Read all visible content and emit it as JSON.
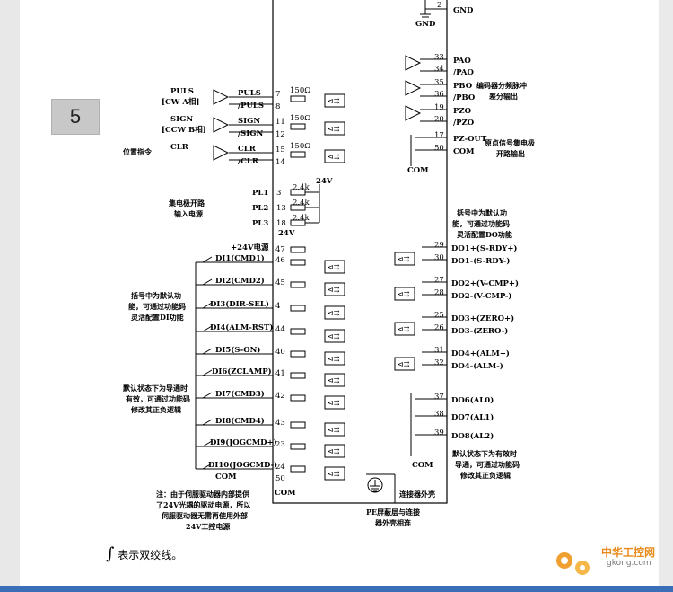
{
  "section_number": "5",
  "note": "表示双绞线。",
  "logo": {
    "name": "中华工控网",
    "url": "gkong.com"
  },
  "left": {
    "position_command": "位置指令",
    "signals": [
      {
        "label": "PULS",
        "sub": "[CW A相]",
        "p1": "PULS",
        "p2": "/PULS",
        "n1": "7",
        "n2": "8",
        "r": "150Ω"
      },
      {
        "label": "SIGN",
        "sub": "[CCW B相]",
        "p1": "SIGN",
        "p2": "/SIGN",
        "n1": "11",
        "n2": "12",
        "r": "150Ω"
      },
      {
        "label": "CLR",
        "sub": "",
        "p1": "CLR",
        "p2": "/CLR",
        "n1": "15",
        "n2": "14",
        "r": "150Ω"
      }
    ],
    "open_collector": "集电极开路\n输入电源",
    "open_collector_l1": "集电极开路",
    "open_collector_l2": "输入电源",
    "pl": [
      {
        "label": "PL1",
        "pin": "3",
        "r": "2.4k"
      },
      {
        "label": "PL2",
        "pin": "13",
        "r": "2.4k"
      },
      {
        "label": "PL3",
        "pin": "18",
        "r": "2.4k"
      }
    ],
    "v24": "24V",
    "v24b": "24V",
    "di_note_l1": "括号中为默认功",
    "di_note_l2": "能，可通过功能码",
    "di_note_l3": "灵活配置DI功能",
    "state_note_l1": "默认状态下为导通时",
    "state_note_l2": "有效，可通过功能码",
    "state_note_l3": "修改其正负逻辑",
    "di": [
      {
        "label": "+24V电源",
        "pin": "47"
      },
      {
        "label": "DI1(CMD1)",
        "pin": "46"
      },
      {
        "label": "DI2(CMD2)",
        "pin": "45"
      },
      {
        "label": "DI3(DIR-SEL)",
        "pin": "4"
      },
      {
        "label": "DI4(ALM-RST)",
        "pin": "44"
      },
      {
        "label": "DI5(S-ON)",
        "pin": "40"
      },
      {
        "label": "DI6(ZCLAMP)",
        "pin": "41"
      },
      {
        "label": "DI7(CMD3)",
        "pin": "42"
      },
      {
        "label": "DI8(CMD4)",
        "pin": "43"
      },
      {
        "label": "DI9(JOGCMD+)",
        "pin": "23"
      },
      {
        "label": "DI10(JOGCMD-)",
        "pin": "24"
      },
      {
        "label": "COM",
        "pin": "50"
      }
    ],
    "com": "COM",
    "bottom_note_l1": "注：由于伺服驱动器内部提供",
    "bottom_note_l2": "了24V光耦的驱动电源，所以",
    "bottom_note_l3": "伺服驱动器无需再使用外部",
    "bottom_note_l4": "24V工控电源"
  },
  "right": {
    "gnd_pin": "2",
    "gnd": "GND",
    "gnd2": "GND",
    "encoder": [
      {
        "pin": "33",
        "label": "PAO"
      },
      {
        "pin": "34",
        "label": "/PAO"
      },
      {
        "pin": "35",
        "label": "PBO"
      },
      {
        "pin": "36",
        "label": "/PBO"
      },
      {
        "pin": "19",
        "label": "PZO"
      },
      {
        "pin": "20",
        "label": "/PZO"
      }
    ],
    "encoder_note_l1": "编码器分频脉冲",
    "encoder_note_l2": "差分输出",
    "pz": [
      {
        "pin": "17",
        "label": "PZ-OUT"
      },
      {
        "pin": "50",
        "label": "COM"
      }
    ],
    "pz_note_l1": "原点信号集电极",
    "pz_note_l2": "开路输出",
    "com": "COM",
    "do_note_l1": "括号中为默认功",
    "do_note_l2": "能，可通过功能码",
    "do_note_l3": "灵活配置DO功能",
    "do": [
      {
        "pin": "29",
        "label": "DO1+(S-RDY+)"
      },
      {
        "pin": "30",
        "label": "DO1-(S-RDY-)"
      },
      {
        "pin": "27",
        "label": "DO2+(V-CMP+)"
      },
      {
        "pin": "28",
        "label": "DO2-(V-CMP-)"
      },
      {
        "pin": "25",
        "label": "DO3+(ZERO+)"
      },
      {
        "pin": "26",
        "label": "DO3-(ZERO-)"
      },
      {
        "pin": "31",
        "label": "DO4+(ALM+)"
      },
      {
        "pin": "32",
        "label": "DO4-(ALM-)"
      }
    ],
    "do_oc": [
      {
        "pin": "37",
        "label": "DO6(AL0)"
      },
      {
        "pin": "38",
        "label": "DO7(AL1)"
      },
      {
        "pin": "39",
        "label": "DO8(AL2)"
      }
    ],
    "com2": "COM",
    "valid_note_l1": "默认状态下为有效时",
    "valid_note_l2": "导通，可通过功能码",
    "valid_note_l3": "修改其正负逻辑",
    "shell": "连接器外壳",
    "pe_l1": "PE屏蔽层与连接",
    "pe_l2": "器外壳相连"
  }
}
